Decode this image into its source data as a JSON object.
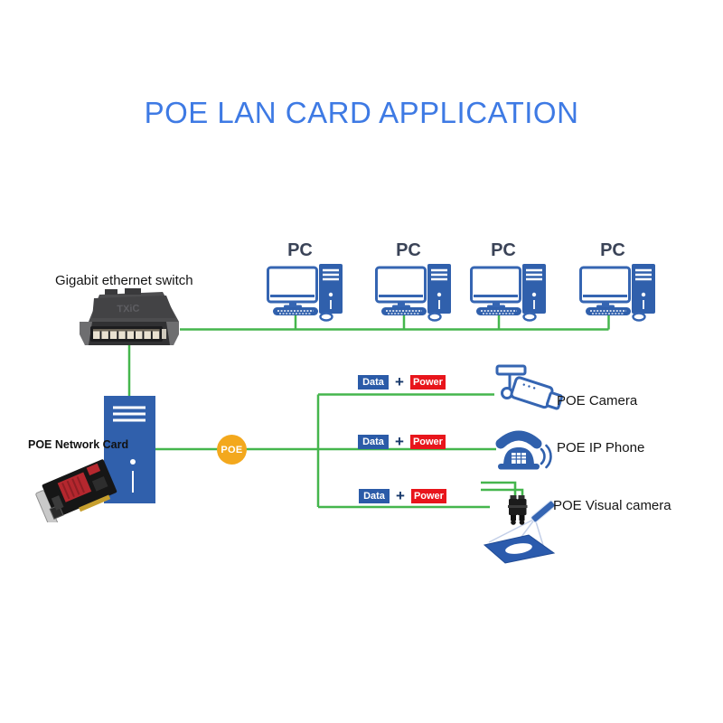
{
  "title": "POE LAN CARD APPLICATION",
  "switch": {
    "label": "Gigabit ethernet switch",
    "brand": "TXiC"
  },
  "pcs": [
    {
      "label": "PC"
    },
    {
      "label": "PC"
    },
    {
      "label": "PC"
    },
    {
      "label": "PC"
    }
  ],
  "host": {
    "card_label": "POE Network Card"
  },
  "poe_badge": {
    "label": "POE"
  },
  "branches": [
    {
      "data_label": "Data",
      "plus_sign": "+",
      "power_label": "Power",
      "device_label": "POE Camera"
    },
    {
      "data_label": "Data",
      "plus_sign": "+",
      "power_label": "Power",
      "device_label": "POE IP Phone"
    },
    {
      "data_label": "Data",
      "plus_sign": "+",
      "power_label": "Power",
      "device_label": "POE Visual camera"
    }
  ],
  "colors": {
    "title_blue": "#3E7AE4",
    "device_blue": "#3060AC",
    "line_green": "#45B64D",
    "data_chip_bg": "#2B5BA8",
    "power_chip_bg": "#E8151B",
    "plus_navy": "#17386B",
    "poe_badge_bg": "#F3A81D",
    "switch_body": "#3A3A3C"
  }
}
